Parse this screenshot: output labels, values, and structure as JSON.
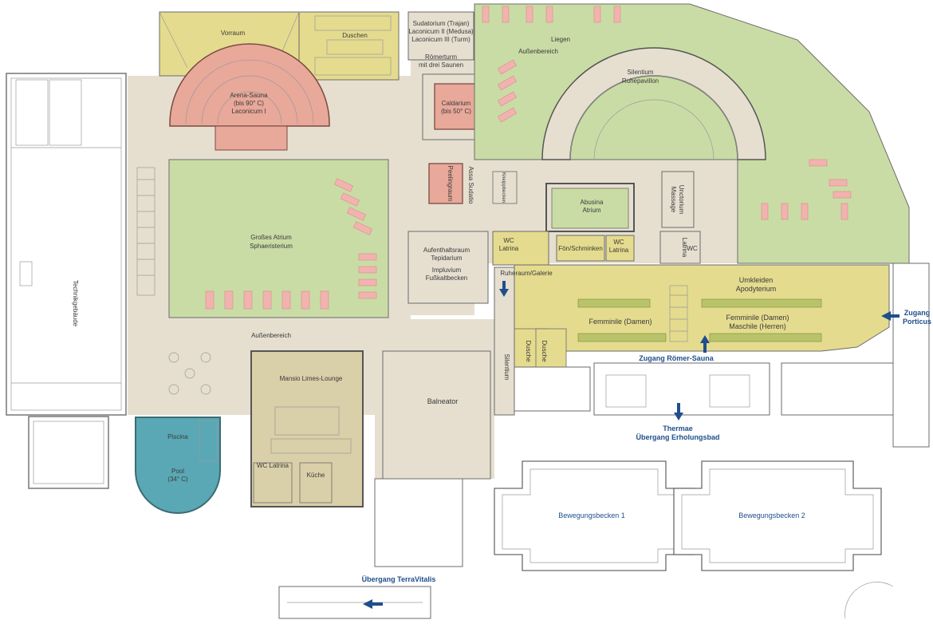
{
  "colors": {
    "sand": "#e6dfd0",
    "green": "#c9dca5",
    "yellow": "#e4db8e",
    "salmon": "#e8a89a",
    "pool": "#5aa8b5",
    "lounge": "#d9cfa8",
    "accent": "#1f4e8c"
  },
  "labels": {
    "vorraum": "Vorraum",
    "duschen": "Duschen",
    "sudatorium1": "Sudatorium (Trajan)",
    "sudatorium2": "Laconicum II (Medusa)",
    "sudatorium3": "Laconicum III (Turm)",
    "roemerturm1": "Römerturm",
    "roemerturm2": "mit drei Saunen",
    "liegen": "Liegen",
    "aussenbereich_top": "Außenbereich",
    "silentium": "Silentium",
    "ruhepavillon": "Ruhepavillon",
    "arena1": "Arena-Sauna",
    "arena2": "(bis 90° C)",
    "arena3": "Laconicum I",
    "caldarium1": "Caldarium",
    "caldarium2": "(bis 50° C)",
    "peelingraum": "Peelingraum",
    "assa_sudatio": "Assa Sudatio",
    "kneippbecken": "Kneippbecken",
    "abusina1": "Abusina",
    "abusina2": "Atrium",
    "massage1": "Massage",
    "massage2": "Unctorium",
    "atrium1": "Großes Atrium",
    "atrium2": "Sphaeristerium",
    "technik": "Technikgebäude",
    "aufenthalt1": "Aufenthaltsraum",
    "aufenthalt2": "Tepidarium",
    "impluvium1": "Impluvium",
    "impluvium2": "Fußkaltbecken",
    "wc": "WC",
    "latrina": "Latrina",
    "foen": "Fön/Schminken",
    "latrina_v": "Latrina",
    "ruheraum": "Ruheraum/Galerie",
    "umkleiden1": "Umkleiden",
    "umkleiden2": "Apodyterium",
    "femminile": "Femminile (Damen)",
    "femminile2": "Femminile (Damen)",
    "maschile": "Maschile (Herren)",
    "zugang_porticus1": "Zugang",
    "zugang_porticus2": "Porticus",
    "zugang_roemer": "Zugang Römer-Sauna",
    "dusche1": "Dusche",
    "dusche2": "Dusche",
    "silentium_v": "Silentium",
    "aussenbereich_mid": "Außenbereich",
    "mansio": "Mansio Limes-Lounge",
    "balneator": "Balneator",
    "thermae1": "Thermae",
    "thermae2": "Übergang Erholungsbad",
    "piscina": "Piscina",
    "pool1": "Pool",
    "pool2": "(34° C)",
    "wc_latrina": "WC Latrina",
    "kueche": "Küche",
    "becken1": "Bewegungsbecken 1",
    "becken2": "Bewegungsbecken 2",
    "terravitalis": "Übergang TerraVitalis"
  }
}
